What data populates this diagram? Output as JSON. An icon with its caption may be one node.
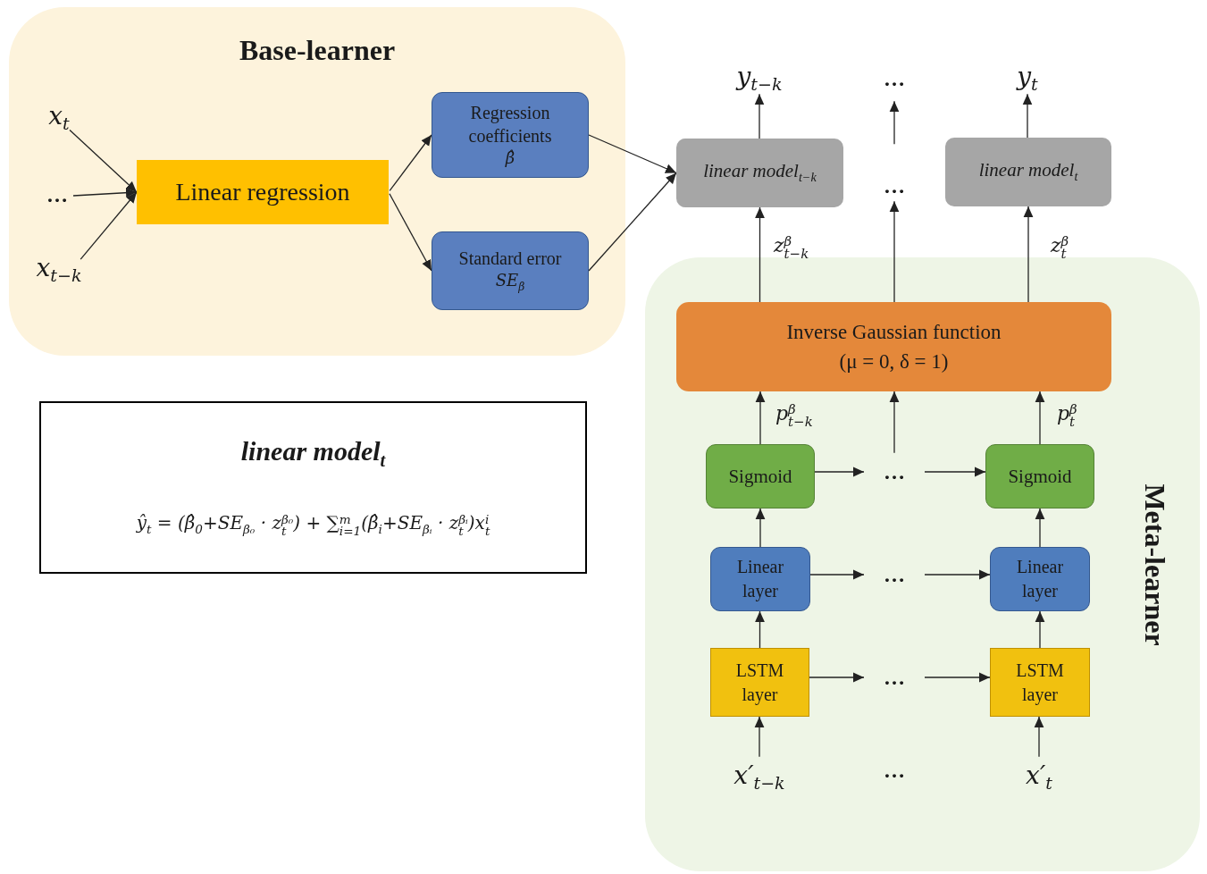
{
  "diagram": {
    "nodes": [
      {
        "text": [
          "Base-learner"
        ]
      },
      {
        "text": [
          "x$_{t}$"
        ],
        "in": 0
      },
      {
        "text": [
          "…"
        ],
        "in": 0
      },
      {
        "text": [
          "x$_{t−k}$"
        ],
        "in": 0
      },
      {
        "text": [
          "Linear regression"
        ],
        "in": 0
      },
      {
        "text": [
          "Regression coefficients",
          "β̂"
        ],
        "in": 0
      },
      {
        "text": [
          "Standard error",
          "SE$_{β}$"
        ],
        "in": 0
      },
      {
        "text": [
          "y$_{t−k}$"
        ]
      },
      {
        "text": [
          "…"
        ]
      },
      {
        "text": [
          "y$_{t}$"
        ]
      },
      {
        "text": [
          "linear model$_{t−k}$"
        ]
      },
      {
        "text": [
          "…"
        ]
      },
      {
        "text": [
          "linear model$_{t}$"
        ]
      },
      {
        "text": [
          "Meta-learner"
        ]
      },
      {
        "text": [
          "Inverse Gaussian function",
          "(μ = 0, δ = 1)"
        ],
        "in": 13
      },
      {
        "text": [
          "Sigmoid"
        ],
        "in": 13
      },
      {
        "text": [
          "…"
        ],
        "in": 13
      },
      {
        "text": [
          "Sigmoid"
        ],
        "in": 13
      },
      {
        "text": [
          "Linear layer"
        ],
        "in": 13
      },
      {
        "text": [
          "…"
        ],
        "in": 13
      },
      {
        "text": [
          "Linear layer"
        ],
        "in": 13
      },
      {
        "text": [
          "LSTM layer"
        ],
        "in": 13
      },
      {
        "text": [
          "…"
        ],
        "in": 13
      },
      {
        "text": [
          "LSTM layer"
        ],
        "in": 13
      },
      {
        "text": [
          "x′$_{t−k}$"
        ],
        "in": 13
      },
      {
        "text": [
          "x′$_{t}$"
        ],
        "in": 13
      },
      {
        "text": [
          "linear model$_{t}$",
          "ŷ$_{t}$ = (β̂$_{0}$+SE$_{β₀}$ · z$^{β₀}$$_{t}$) + ∑$^{m}$$_{i=1}$(β̂$_{i}$+SE$_{βᵢ}$ · z$^{βᵢ}$$_{t}$)x$^{i}$$_{t}$"
        ]
      }
    ],
    "edges": [
      {
        "from": 1,
        "to": 4,
        "arrow": "to"
      },
      {
        "from": 2,
        "to": 4,
        "arrow": "to"
      },
      {
        "from": 3,
        "to": 4,
        "arrow": "to"
      },
      {
        "from": 4,
        "to": 5,
        "arrow": "to"
      },
      {
        "from": 4,
        "to": 6,
        "arrow": "to"
      },
      {
        "from": 5,
        "to": 10,
        "arrow": "to"
      },
      {
        "from": 6,
        "to": 10,
        "arrow": "to"
      },
      {
        "from": 10,
        "to": 7,
        "arrow": "to"
      },
      {
        "from": null,
        "to": 8,
        "arrow": "to"
      },
      {
        "from": 12,
        "to": 9,
        "arrow": "to"
      },
      {
        "from": 14,
        "to": 10,
        "arrow": "to",
        "label": "z$^{β}$$_{t−k}$"
      },
      {
        "from": 14,
        "to": 11,
        "arrow": "to"
      },
      {
        "from": 14,
        "to": 12,
        "arrow": "to",
        "label": "z$^{β}$$_{t}$"
      },
      {
        "from": 15,
        "to": 14,
        "arrow": "to",
        "label": "p$^{β}$$_{t−k}$"
      },
      {
        "from": 16,
        "to": 14,
        "arrow": "to"
      },
      {
        "from": 17,
        "to": 14,
        "arrow": "to",
        "label": "p$^{β}$$_{t}$"
      },
      {
        "from": 15,
        "to": 16,
        "arrow": "to"
      },
      {
        "from": 16,
        "to": 17,
        "arrow": "to"
      },
      {
        "from": 18,
        "to": 15,
        "arrow": "to"
      },
      {
        "from": 20,
        "to": 17,
        "arrow": "to"
      },
      {
        "from": 18,
        "to": 19,
        "arrow": "to"
      },
      {
        "from": 19,
        "to": 20,
        "arrow": "to"
      },
      {
        "from": 21,
        "to": 18,
        "arrow": "to"
      },
      {
        "from": 23,
        "to": 20,
        "arrow": "to"
      },
      {
        "from": 21,
        "to": 22,
        "arrow": "to"
      },
      {
        "from": 22,
        "to": 23,
        "arrow": "to"
      },
      {
        "from": 24,
        "to": 21,
        "arrow": "to"
      },
      {
        "from": 25,
        "to": 23,
        "arrow": "to"
      }
    ],
    "labels": [
      "…"
    ]
  }
}
